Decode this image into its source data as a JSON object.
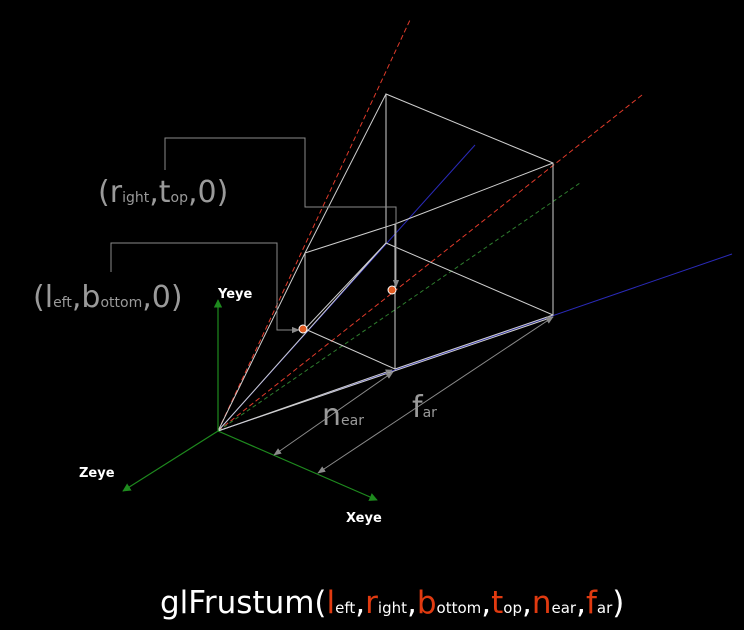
{
  "axes": {
    "y": "Yeye",
    "z": "Zeye",
    "x": "Xeye"
  },
  "labels": {
    "right_top": {
      "open": "(",
      "r": "r",
      "r_sub": "ight",
      "c1": ",",
      "t": "t",
      "t_sub": "op",
      "zero": ",0)"
    },
    "left_bottom": {
      "open": "(",
      "l": "l",
      "l_sub": "eft",
      "c1": ",",
      "b": "b",
      "b_sub": "ottom",
      "zero": ",0)"
    },
    "near": {
      "main": "n",
      "sub": "ear"
    },
    "far": {
      "main": "f",
      "sub": "ar"
    }
  },
  "caption": {
    "func": "glFrustum",
    "open": "(",
    "args": [
      {
        "main": "l",
        "sub": "eft"
      },
      {
        "main": "r",
        "sub": "ight"
      },
      {
        "main": "b",
        "sub": "ottom"
      },
      {
        "main": "t",
        "sub": "op"
      },
      {
        "main": "n",
        "sub": "ear"
      },
      {
        "main": "f",
        "sub": "ar"
      }
    ],
    "sep": ",",
    "close": ")"
  },
  "colors": {
    "background": "#000000",
    "frustum_edge": "#cfcfcf",
    "axis_green": "#1e8a1e",
    "ray_red": "#e03a2a",
    "ray_blue": "#2a2ab8",
    "ray_green_dashed": "#2e7d2e",
    "pointer": "#8a8a8a",
    "point_fill": "#e05a20",
    "label_gray": "#9a9a9a",
    "caption_arg": "#e03a10"
  }
}
